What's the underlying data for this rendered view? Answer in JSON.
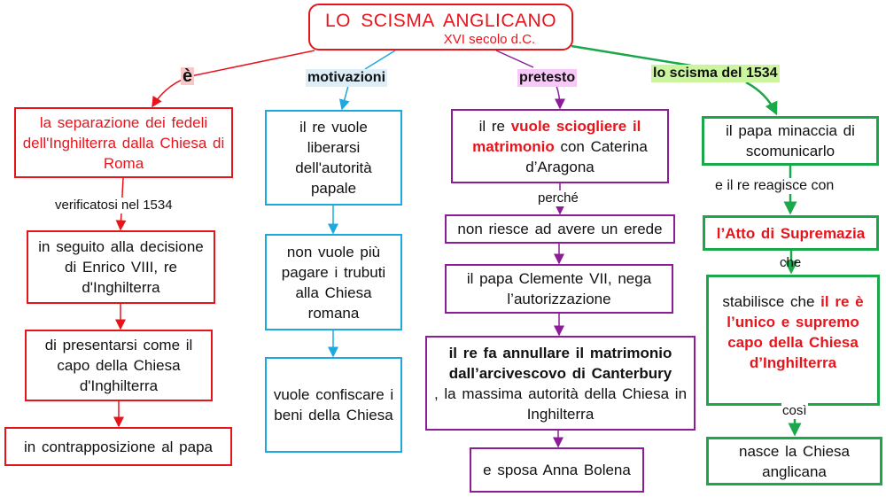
{
  "title": {
    "main": "LO SCISMA ANGLICANO",
    "sub": "XVI secolo d.C."
  },
  "branches": {
    "e": "è",
    "motivazioni": "motivazioni",
    "pretesto": "pretesto",
    "scisma": "lo scisma del 1534"
  },
  "col1": {
    "b1": "la separazione dei fedeli dell'Inghilterra  dalla Chiesa di Roma",
    "link1": "verificatosi nel 1534",
    "b2": "in seguito alla decisione di Enrico VIII, re d'Inghilterra",
    "b3": "di presentarsi come il capo della Chiesa d'Inghilterra",
    "b4": "in contrapposizione al papa"
  },
  "col2": {
    "b1": "il re vuole liberarsi dell'autorità papale",
    "b2": "non vuole più pagare i trubuti alla Chiesa romana",
    "b3": "vuole confiscare i beni della Chiesa"
  },
  "col3": {
    "b1_a": "il re ",
    "b1_b": "vuole sciogliere il matrimonio",
    "b1_c": " con Caterina d’Aragona",
    "link1": "perché",
    "b2": "non riesce ad avere un erede",
    "b3": "il papa Clemente VII, nega l’autorizzazione",
    "b4_a": "il re fa annullare il matrimonio dall’arcivescovo di Canterbury",
    "b4_b": ", la massima autorità della Chiesa in Inghilterra",
    "b5": "e sposa Anna Bolena"
  },
  "col4": {
    "b1": "il papa minaccia di scomunicarlo",
    "link1": "e il re reagisce con",
    "b2": "l’Atto di Supremazia",
    "link2": "che",
    "b3_a": "stabilisce che ",
    "b3_b": "il re è l’unico e supremo capo della Chiesa d’Inghilterra",
    "link3": "così",
    "b4": "nasce la Chiesa anglicana"
  },
  "colors": {
    "red": "#e8141c",
    "blue": "#1ea8e0",
    "purple": "#8c1c98",
    "green": "#1aa84a"
  }
}
